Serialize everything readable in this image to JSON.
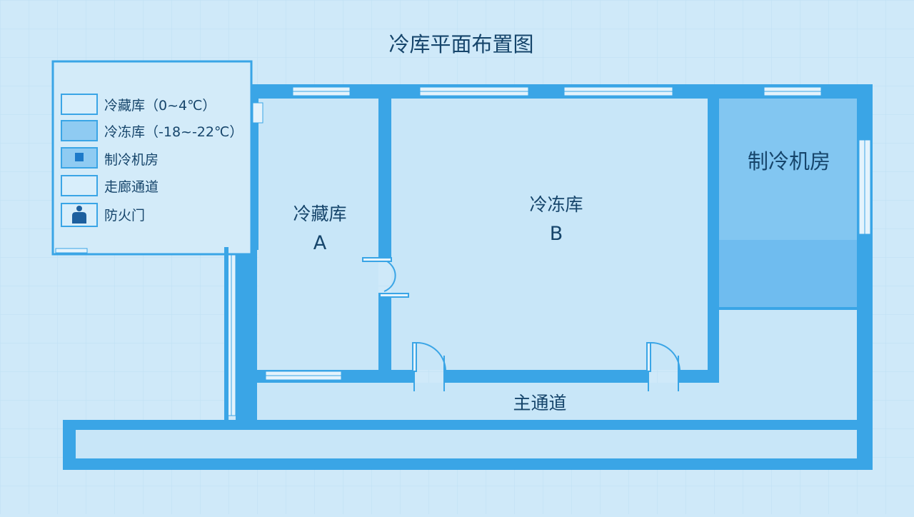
{
  "title": "冷库平面布置图",
  "legend": {
    "items": [
      {
        "label": "冷藏库（0~4℃）",
        "swatch": "light"
      },
      {
        "label": "冷冻库（-18~-22℃）",
        "swatch": "medium"
      },
      {
        "label": "制冷机房",
        "swatch": "square"
      },
      {
        "label": "走廊通道",
        "swatch": "light"
      },
      {
        "label": "防火门",
        "swatch": "person"
      }
    ]
  },
  "rooms": {
    "cold_storage_name": "冷藏库",
    "cold_storage_code": "A",
    "freezer_name": "冷冻库",
    "freezer_code": "B",
    "machine_room": "制冷机房",
    "main_corridor": "主通道"
  },
  "colors": {
    "background": "#cfe9f9",
    "wall": "#3aa5e6",
    "room_fill": "#c8e6f8",
    "machine_fill": "#6fbcef",
    "text_dark": "#16456b"
  }
}
